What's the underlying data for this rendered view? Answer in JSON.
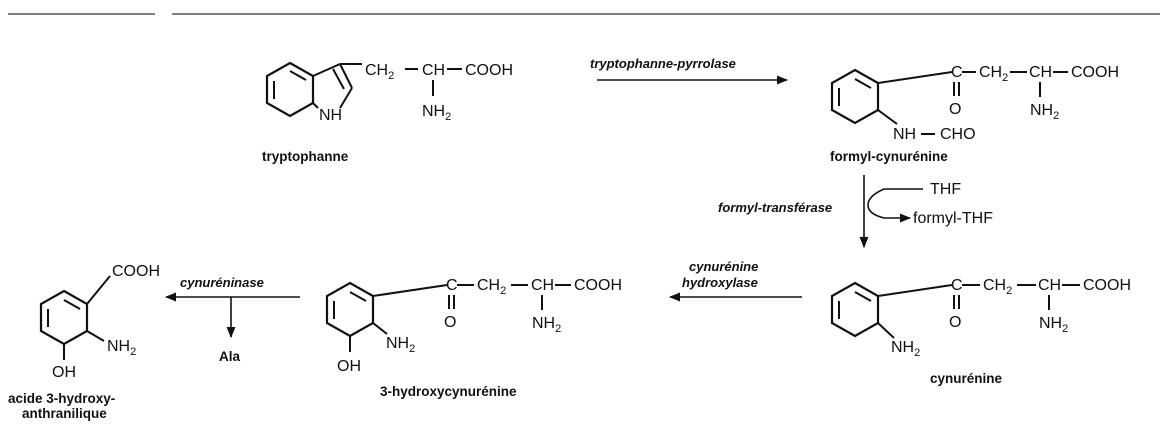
{
  "compounds": {
    "tryptophan": {
      "chain_left": "CH",
      "chain_ch": "CH",
      "cooh": "COOH",
      "nh2": "NH",
      "nh": "NH",
      "name": "tryptophanne"
    },
    "formyl_cynurenine": {
      "c": "C",
      "ch2": "CH",
      "ch": "CH",
      "cooh": "COOH",
      "o": "O",
      "nh2": "NH",
      "nh_cho_a": "NH",
      "nh_cho_b": "CHO",
      "name": "formyl-cynurénine"
    },
    "cynurenine": {
      "c": "C",
      "ch2": "CH",
      "ch": "CH",
      "cooh": "COOH",
      "o": "O",
      "nh2": "NH",
      "ring_nh2": "NH",
      "name": "cynurénine"
    },
    "hydroxycynurenine": {
      "c": "C",
      "ch2": "CH",
      "ch": "CH",
      "cooh": "COOH",
      "o": "O",
      "nh2": "NH",
      "ring_nh2": "NH",
      "oh": "OH",
      "name": "3-hydroxycynurénine"
    },
    "hydroxyanthranilic": {
      "cooh": "COOH",
      "nh2": "NH",
      "oh": "OH",
      "name_line1": "acide 3-hydroxy-",
      "name_line2": "anthranilique"
    }
  },
  "subscript": "2",
  "enzymes": {
    "e1": "tryptophanne-pyrrolase",
    "e2": "formyl-transférase",
    "e3_line1": "cynurénine",
    "e3_line2": "hydroxylase",
    "e4": "cynuréninase"
  },
  "cofactors": {
    "thf": "THF",
    "formyl_thf": "formyl-THF",
    "ala": "Ala"
  }
}
